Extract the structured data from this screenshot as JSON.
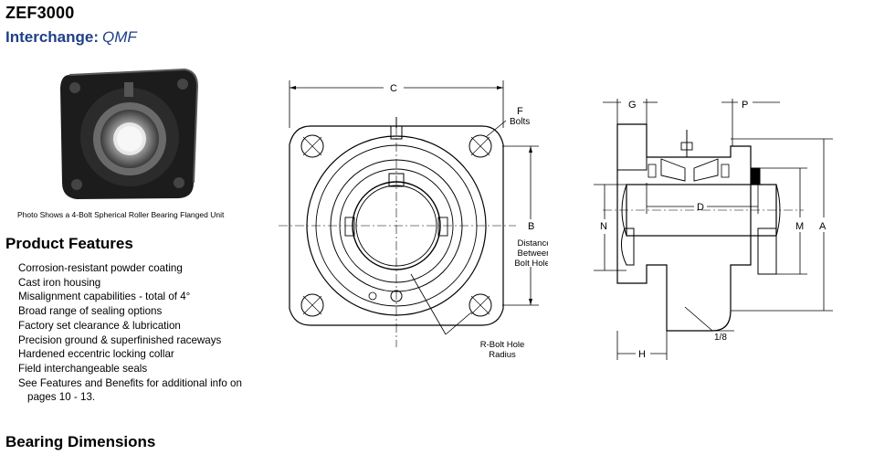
{
  "product": {
    "model": "ZEF3000",
    "interchange_label": "Interchange:",
    "interchange_value": "QMF"
  },
  "photo": {
    "caption": "Photo Shows a 4-Bolt Spherical Roller Bearing Flanged Unit"
  },
  "features": {
    "heading": "Product Features",
    "items": [
      "Corrosion-resistant powder coating",
      "Cast iron housing",
      "Misalignment capabilities - total of 4°",
      "Broad range of sealing options",
      "Factory set clearance & lubrication",
      "Precision ground & superfinished raceways",
      "Hardened eccentric locking collar",
      "Field interchangeable seals",
      "See Features and Benefits for additional info on",
      "pages 10 - 13."
    ]
  },
  "dimensions": {
    "heading": "Bearing Dimensions"
  },
  "front_view": {
    "label_c": "C",
    "label_f": "F",
    "label_bolts": "Bolts",
    "label_b": "B",
    "distance_line1": "Distance",
    "distance_line2": "Between",
    "distance_line3": "Bolt Holes",
    "radius_line1": "R-Bolt Hole",
    "radius_line2": "Radius"
  },
  "side_view": {
    "label_g": "G",
    "label_p": "P",
    "label_d": "D",
    "label_n": "N",
    "label_m": "M",
    "label_a": "A",
    "label_h": "H",
    "label_fraction": "1/8"
  }
}
